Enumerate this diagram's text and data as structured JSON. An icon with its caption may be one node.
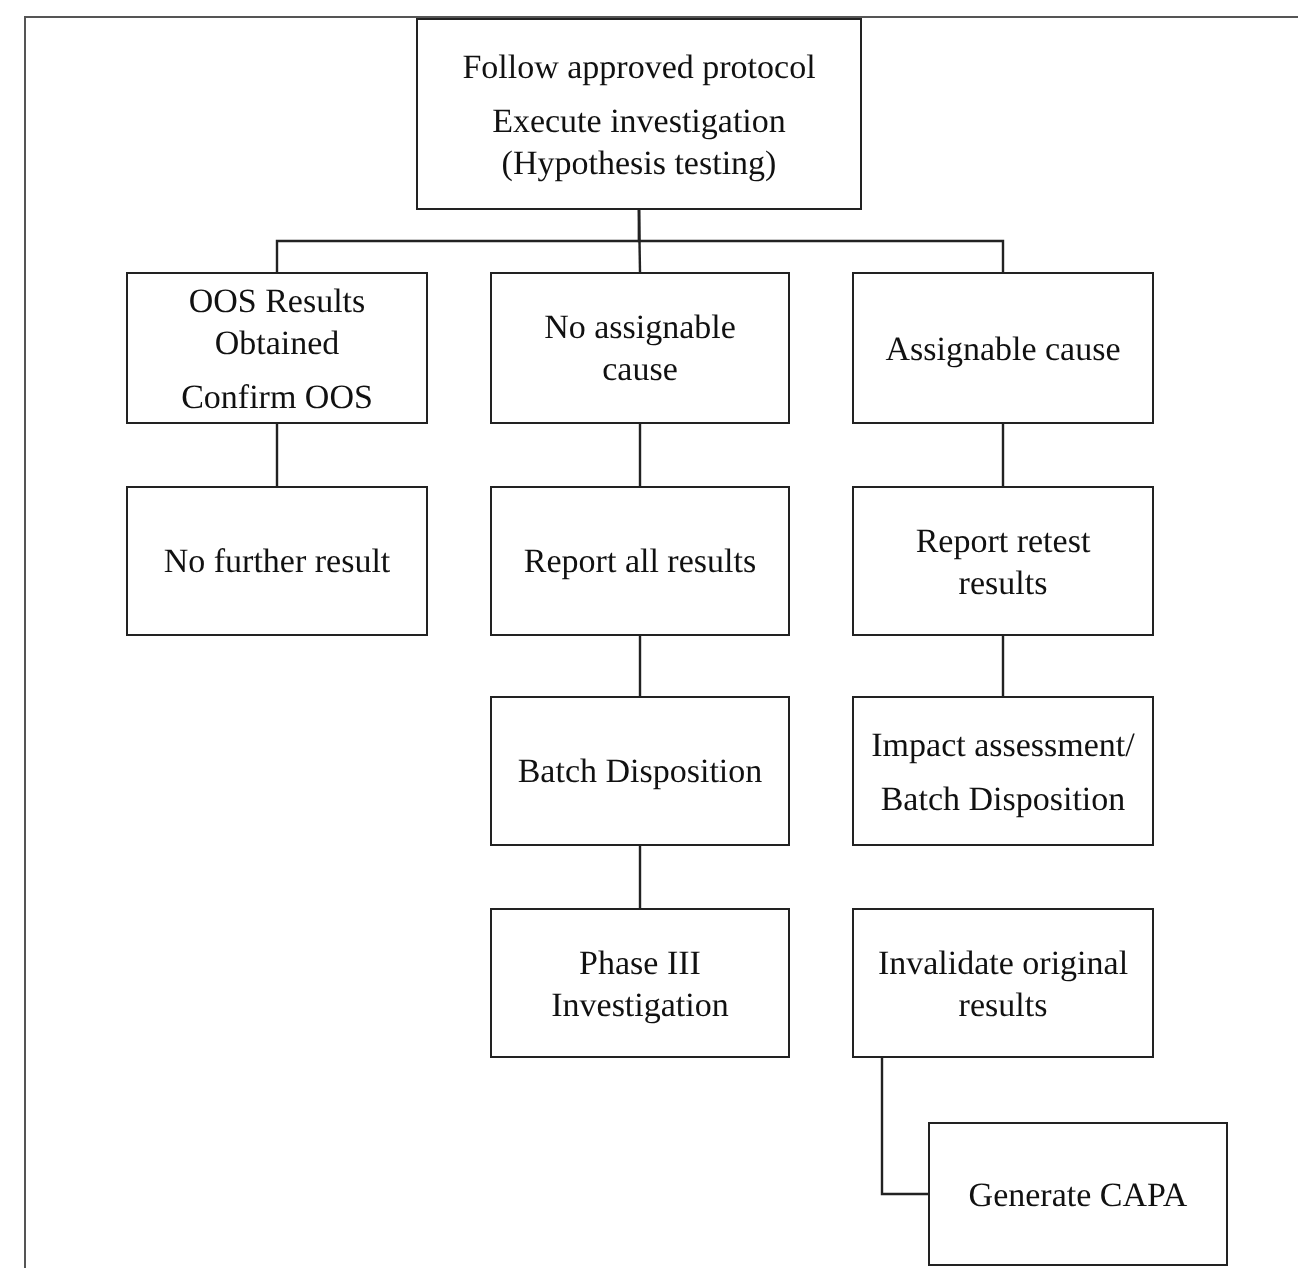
{
  "diagram": {
    "nodes": [
      {
        "text": [
          "Follow approved protocol",
          "Execute investigation (Hypothesis testing)"
        ]
      },
      {
        "text": [
          "OOS Results Obtained",
          "Confirm OOS"
        ]
      },
      {
        "text": [
          "No assignable cause"
        ]
      },
      {
        "text": [
          "Assignable cause"
        ]
      },
      {
        "text": [
          "No further result"
        ]
      },
      {
        "text": [
          "Report all results"
        ]
      },
      {
        "text": [
          "Report retest results"
        ]
      },
      {
        "text": [
          "Batch Disposition"
        ]
      },
      {
        "text": [
          "Impact assessment/",
          "Batch Disposition"
        ]
      },
      {
        "text": [
          "Phase III Investigation"
        ]
      },
      {
        "text": [
          "Invalidate original results"
        ]
      },
      {
        "text": [
          "Generate CAPA"
        ]
      }
    ],
    "edges": [
      {
        "from": 0,
        "to": 1,
        "arrow": "none"
      },
      {
        "from": 0,
        "to": 2,
        "arrow": "none"
      },
      {
        "from": 0,
        "to": 3,
        "arrow": "none"
      },
      {
        "from": 1,
        "to": 4,
        "arrow": "none"
      },
      {
        "from": 2,
        "to": 5,
        "arrow": "none"
      },
      {
        "from": 3,
        "to": 6,
        "arrow": "none"
      },
      {
        "from": 5,
        "to": 7,
        "arrow": "none"
      },
      {
        "from": 6,
        "to": 8,
        "arrow": "none"
      },
      {
        "from": 7,
        "to": 9,
        "arrow": "none"
      },
      {
        "from": 10,
        "to": 11,
        "arrow": "none"
      }
    ]
  }
}
